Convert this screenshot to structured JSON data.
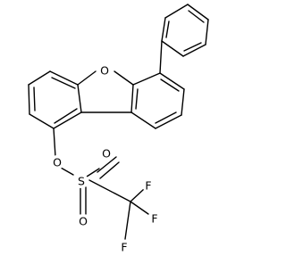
{
  "molecule": {
    "atoms": {
      "ring_oxygen": "O",
      "ester_oxygen": "O",
      "sulfur": "S",
      "sulfonyl_oxygen_top": "O",
      "sulfonyl_oxygen_bottom": "O",
      "fluorine_top": "F",
      "fluorine_right": "F",
      "fluorine_bottom": "F"
    }
  }
}
